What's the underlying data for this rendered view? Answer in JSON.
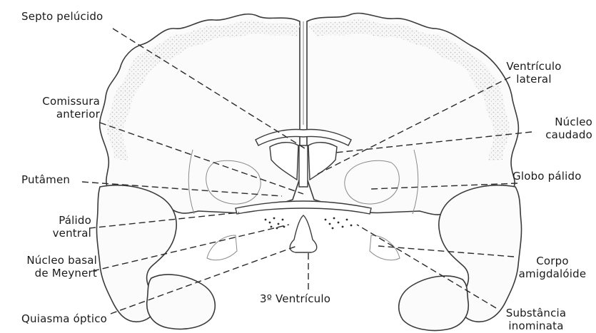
{
  "labels": {
    "septo": "Septo pelúcido",
    "comissura_1": "Comissura",
    "comissura_2": "anterior",
    "putamen": "Putâmen",
    "palido_ventral_1": "Pálido",
    "palido_ventral_2": "ventral",
    "meynert_1": "Núcleo basal",
    "meynert_2": "de Meynert",
    "quiasma": "Quiasma óptico",
    "ventriculo_lateral_1": "Ventrículo",
    "ventriculo_lateral_2": "lateral",
    "caudado_1": "Núcleo",
    "caudado_2": "caudado",
    "globo_palido": "Globo pálido",
    "corpo_amigdaloide_1": "Corpo",
    "corpo_amigdaloide_2": "amigdalóide",
    "terceiro_ventriculo": "3º Ventrículo",
    "substancia_1": "Substância",
    "substancia_2": "inominata"
  },
  "colors": {
    "ink": "#1a1a1a",
    "tissue_fill": "#fbfbfb",
    "stipple": "#b9b9b9"
  }
}
